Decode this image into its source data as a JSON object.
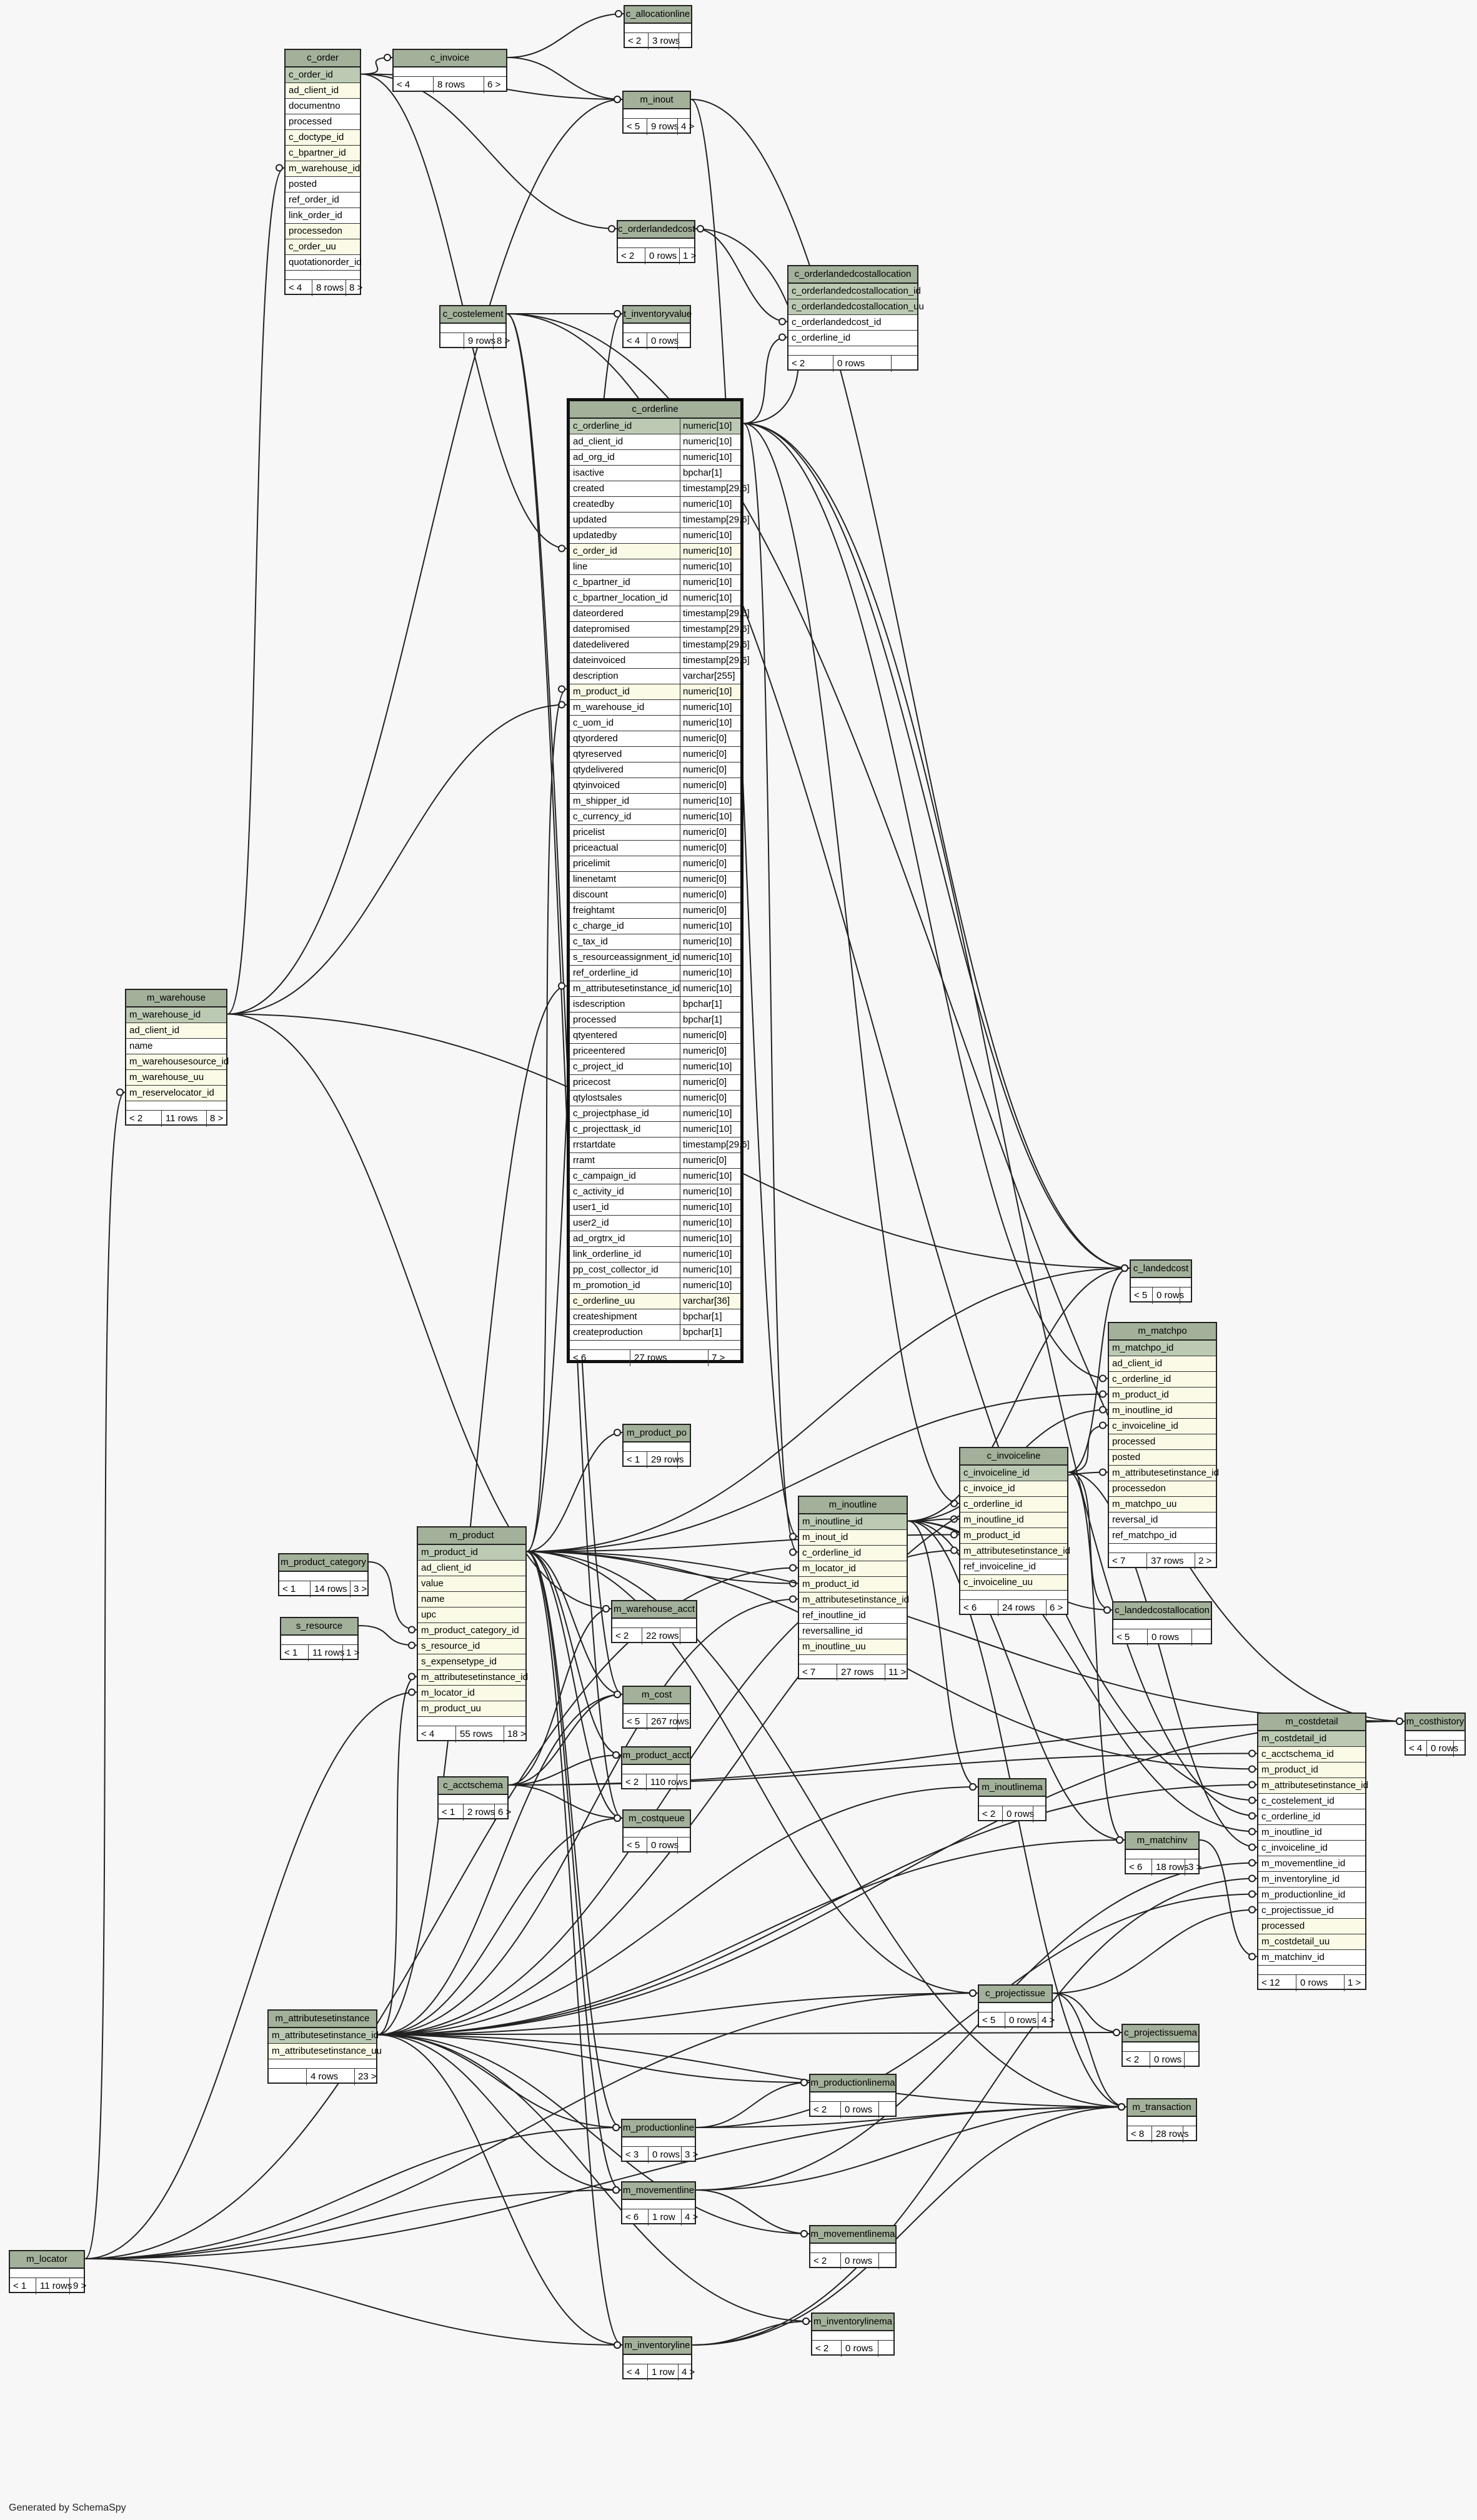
{
  "footer": "Generated by SchemaSpy",
  "colors": {
    "header": "#a3b09a",
    "primary_key": "#bccab4",
    "indexed": "#fafae6",
    "edge": "#222222"
  },
  "tables": {
    "c_allocationline": {
      "name": "c_allocationline",
      "columns": [],
      "parents": "< 2",
      "rows": "3 rows",
      "children": ""
    },
    "c_invoice": {
      "name": "c_invoice",
      "columns": [],
      "parents": "< 4",
      "rows": "8 rows",
      "children": "6 >"
    },
    "c_order": {
      "name": "c_order",
      "columns": [
        "c_order_id",
        "ad_client_id",
        "documentno",
        "processed",
        "c_doctype_id",
        "c_bpartner_id",
        "m_warehouse_id",
        "posted",
        "ref_order_id",
        "link_order_id",
        "processedon",
        "c_order_uu",
        "quotationorder_id"
      ],
      "parents": "< 4",
      "rows": "8 rows",
      "children": "8 >"
    },
    "m_inout": {
      "name": "m_inout",
      "columns": [],
      "parents": "< 5",
      "rows": "9 rows",
      "children": "4 >"
    },
    "c_orderlandedcost": {
      "name": "c_orderlandedcost",
      "columns": [],
      "parents": "< 2",
      "rows": "0 rows",
      "children": "1 >"
    },
    "c_orderlandedcostallocation": {
      "name": "c_orderlandedcostallocation",
      "columns": [
        "c_orderlandedcostallocation_id",
        "c_orderlandedcostallocation_uu",
        "c_orderlandedcost_id",
        "c_orderline_id"
      ],
      "parents": "< 2",
      "rows": "0 rows",
      "children": ""
    },
    "c_costelement": {
      "name": "c_costelement",
      "columns": [],
      "parents": "",
      "rows": "9 rows",
      "children": "8 >"
    },
    "t_inventoryvalue": {
      "name": "t_inventoryvalue",
      "columns": [],
      "parents": "< 4",
      "rows": "0 rows",
      "children": ""
    },
    "c_orderline": {
      "name": "c_orderline",
      "columns": [
        [
          "c_orderline_id",
          "numeric[10]"
        ],
        [
          "ad_client_id",
          "numeric[10]"
        ],
        [
          "ad_org_id",
          "numeric[10]"
        ],
        [
          "isactive",
          "bpchar[1]"
        ],
        [
          "created",
          "timestamp[29,6]"
        ],
        [
          "createdby",
          "numeric[10]"
        ],
        [
          "updated",
          "timestamp[29,6]"
        ],
        [
          "updatedby",
          "numeric[10]"
        ],
        [
          "c_order_id",
          "numeric[10]"
        ],
        [
          "line",
          "numeric[10]"
        ],
        [
          "c_bpartner_id",
          "numeric[10]"
        ],
        [
          "c_bpartner_location_id",
          "numeric[10]"
        ],
        [
          "dateordered",
          "timestamp[29,6]"
        ],
        [
          "datepromised",
          "timestamp[29,6]"
        ],
        [
          "datedelivered",
          "timestamp[29,6]"
        ],
        [
          "dateinvoiced",
          "timestamp[29,6]"
        ],
        [
          "description",
          "varchar[255]"
        ],
        [
          "m_product_id",
          "numeric[10]"
        ],
        [
          "m_warehouse_id",
          "numeric[10]"
        ],
        [
          "c_uom_id",
          "numeric[10]"
        ],
        [
          "qtyordered",
          "numeric[0]"
        ],
        [
          "qtyreserved",
          "numeric[0]"
        ],
        [
          "qtydelivered",
          "numeric[0]"
        ],
        [
          "qtyinvoiced",
          "numeric[0]"
        ],
        [
          "m_shipper_id",
          "numeric[10]"
        ],
        [
          "c_currency_id",
          "numeric[10]"
        ],
        [
          "pricelist",
          "numeric[0]"
        ],
        [
          "priceactual",
          "numeric[0]"
        ],
        [
          "pricelimit",
          "numeric[0]"
        ],
        [
          "linenetamt",
          "numeric[0]"
        ],
        [
          "discount",
          "numeric[0]"
        ],
        [
          "freightamt",
          "numeric[0]"
        ],
        [
          "c_charge_id",
          "numeric[10]"
        ],
        [
          "c_tax_id",
          "numeric[10]"
        ],
        [
          "s_resourceassignment_id",
          "numeric[10]"
        ],
        [
          "ref_orderline_id",
          "numeric[10]"
        ],
        [
          "m_attributesetinstance_id",
          "numeric[10]"
        ],
        [
          "isdescription",
          "bpchar[1]"
        ],
        [
          "processed",
          "bpchar[1]"
        ],
        [
          "qtyentered",
          "numeric[0]"
        ],
        [
          "priceentered",
          "numeric[0]"
        ],
        [
          "c_project_id",
          "numeric[10]"
        ],
        [
          "pricecost",
          "numeric[0]"
        ],
        [
          "qtylostsales",
          "numeric[0]"
        ],
        [
          "c_projectphase_id",
          "numeric[10]"
        ],
        [
          "c_projecttask_id",
          "numeric[10]"
        ],
        [
          "rrstartdate",
          "timestamp[29,6]"
        ],
        [
          "rramt",
          "numeric[0]"
        ],
        [
          "c_campaign_id",
          "numeric[10]"
        ],
        [
          "c_activity_id",
          "numeric[10]"
        ],
        [
          "user1_id",
          "numeric[10]"
        ],
        [
          "user2_id",
          "numeric[10]"
        ],
        [
          "ad_orgtrx_id",
          "numeric[10]"
        ],
        [
          "link_orderline_id",
          "numeric[10]"
        ],
        [
          "pp_cost_collector_id",
          "numeric[10]"
        ],
        [
          "m_promotion_id",
          "numeric[10]"
        ],
        [
          "c_orderline_uu",
          "varchar[36]"
        ],
        [
          "createshipment",
          "bpchar[1]"
        ],
        [
          "createproduction",
          "bpchar[1]"
        ]
      ],
      "parents": "< 6",
      "rows": "27 rows",
      "children": "7 >"
    },
    "m_warehouse": {
      "name": "m_warehouse",
      "columns": [
        "m_warehouse_id",
        "ad_client_id",
        "name",
        "m_warehousesource_id",
        "m_warehouse_uu",
        "m_reservelocator_id"
      ],
      "parents": "< 2",
      "rows": "11 rows",
      "children": "8 >"
    },
    "c_landedcost": {
      "name": "c_landedcost",
      "columns": [],
      "parents": "< 5",
      "rows": "0 rows",
      "children": ""
    },
    "m_matchpo": {
      "name": "m_matchpo",
      "columns": [
        "m_matchpo_id",
        "ad_client_id",
        "c_orderline_id",
        "m_product_id",
        "m_inoutline_id",
        "c_invoiceline_id",
        "processed",
        "posted",
        "m_attributesetinstance_id",
        "processedon",
        "m_matchpo_uu",
        "reversal_id",
        "ref_matchpo_id"
      ],
      "parents": "< 7",
      "rows": "37 rows",
      "children": "2 >"
    },
    "m_product_po": {
      "name": "m_product_po",
      "columns": [],
      "parents": "< 1",
      "rows": "29 rows",
      "children": ""
    },
    "c_invoiceline": {
      "name": "c_invoiceline",
      "columns": [
        "c_invoiceline_id",
        "c_invoice_id",
        "c_orderline_id",
        "m_inoutline_id",
        "m_product_id",
        "m_attributesetinstance_id",
        "ref_invoiceline_id",
        "c_invoiceline_uu"
      ],
      "parents": "< 6",
      "rows": "24 rows",
      "children": "6 >"
    },
    "m_inoutline": {
      "name": "m_inoutline",
      "columns": [
        "m_inoutline_id",
        "m_inout_id",
        "c_orderline_id",
        "m_locator_id",
        "m_product_id",
        "m_attributesetinstance_id",
        "ref_inoutline_id",
        "reversalline_id",
        "m_inoutline_uu"
      ],
      "parents": "< 7",
      "rows": "27 rows",
      "children": "11 >"
    },
    "m_product_category": {
      "name": "m_product_category",
      "columns": [],
      "parents": "< 1",
      "rows": "14 rows",
      "children": "3 >"
    },
    "m_product": {
      "name": "m_product",
      "columns": [
        "m_product_id",
        "ad_client_id",
        "value",
        "name",
        "upc",
        "m_product_category_id",
        "s_resource_id",
        "s_expensetype_id",
        "m_attributesetinstance_id",
        "m_locator_id",
        "m_product_uu"
      ],
      "parents": "< 4",
      "rows": "55 rows",
      "children": "18 >"
    },
    "m_warehouse_acct": {
      "name": "m_warehouse_acct",
      "columns": [],
      "parents": "< 2",
      "rows": "22 rows",
      "children": ""
    },
    "c_landedcostallocation": {
      "name": "c_landedcostallocation",
      "columns": [],
      "parents": "< 5",
      "rows": "0 rows",
      "children": ""
    },
    "s_resource": {
      "name": "s_resource",
      "columns": [],
      "parents": "< 1",
      "rows": "11 rows",
      "children": "1 >"
    },
    "m_cost": {
      "name": "m_cost",
      "columns": [],
      "parents": "< 5",
      "rows": "267 rows",
      "children": ""
    },
    "m_product_acct": {
      "name": "m_product_acct",
      "columns": [],
      "parents": "< 2",
      "rows": "110 rows",
      "children": ""
    },
    "c_acctschema": {
      "name": "c_acctschema",
      "columns": [],
      "parents": "< 1",
      "rows": "2 rows",
      "children": "6 >"
    },
    "m_costqueue": {
      "name": "m_costqueue",
      "columns": [],
      "parents": "< 5",
      "rows": "0 rows",
      "children": ""
    },
    "m_costdetail": {
      "name": "m_costdetail",
      "columns": [
        "m_costdetail_id",
        "c_acctschema_id",
        "m_product_id",
        "m_attributesetinstance_id",
        "c_costelement_id",
        "c_orderline_id",
        "m_inoutline_id",
        "c_invoiceline_id",
        "m_movementline_id",
        "m_inventoryline_id",
        "m_productionline_id",
        "c_projectissue_id",
        "processed",
        "m_costdetail_uu",
        "m_matchinv_id"
      ],
      "parents": "< 12",
      "rows": "0 rows",
      "children": "1 >"
    },
    "m_costhistory": {
      "name": "m_costhistory",
      "columns": [],
      "parents": "< 4",
      "rows": "0 rows",
      "children": ""
    },
    "m_inoutlinema": {
      "name": "m_inoutlinema",
      "columns": [],
      "parents": "< 2",
      "rows": "0 rows",
      "children": ""
    },
    "m_matchinv": {
      "name": "m_matchinv",
      "columns": [],
      "parents": "< 6",
      "rows": "18 rows",
      "children": "3 >"
    },
    "m_attributesetinstance": {
      "name": "m_attributesetinstance",
      "columns": [
        "m_attributesetinstance_id",
        "m_attributesetinstance_uu"
      ],
      "parents": "",
      "rows": "4 rows",
      "children": "23 >"
    },
    "c_projectissue": {
      "name": "c_projectissue",
      "columns": [],
      "parents": "< 5",
      "rows": "0 rows",
      "children": "4 >"
    },
    "c_projectissuema": {
      "name": "c_projectissuema",
      "columns": [],
      "parents": "< 2",
      "rows": "0 rows",
      "children": ""
    },
    "m_productionlinema": {
      "name": "m_productionlinema",
      "columns": [],
      "parents": "< 2",
      "rows": "0 rows",
      "children": ""
    },
    "m_transaction": {
      "name": "m_transaction",
      "columns": [],
      "parents": "< 8",
      "rows": "28 rows",
      "children": ""
    },
    "m_productionline": {
      "name": "m_productionline",
      "columns": [],
      "parents": "< 3",
      "rows": "0 rows",
      "children": "3 >"
    },
    "m_movementline": {
      "name": "m_movementline",
      "columns": [],
      "parents": "< 6",
      "rows": "1 row",
      "children": "4 >"
    },
    "m_movementlinema": {
      "name": "m_movementlinema",
      "columns": [],
      "parents": "< 2",
      "rows": "0 rows",
      "children": ""
    },
    "m_locator": {
      "name": "m_locator",
      "columns": [],
      "parents": "< 1",
      "rows": "11 rows",
      "children": "9 >"
    },
    "m_inventorylinema": {
      "name": "m_inventorylinema",
      "columns": [],
      "parents": "< 2",
      "rows": "0 rows",
      "children": ""
    },
    "m_inventoryline": {
      "name": "m_inventoryline",
      "columns": [],
      "parents": "< 4",
      "rows": "1 row",
      "children": "4 >"
    }
  }
}
